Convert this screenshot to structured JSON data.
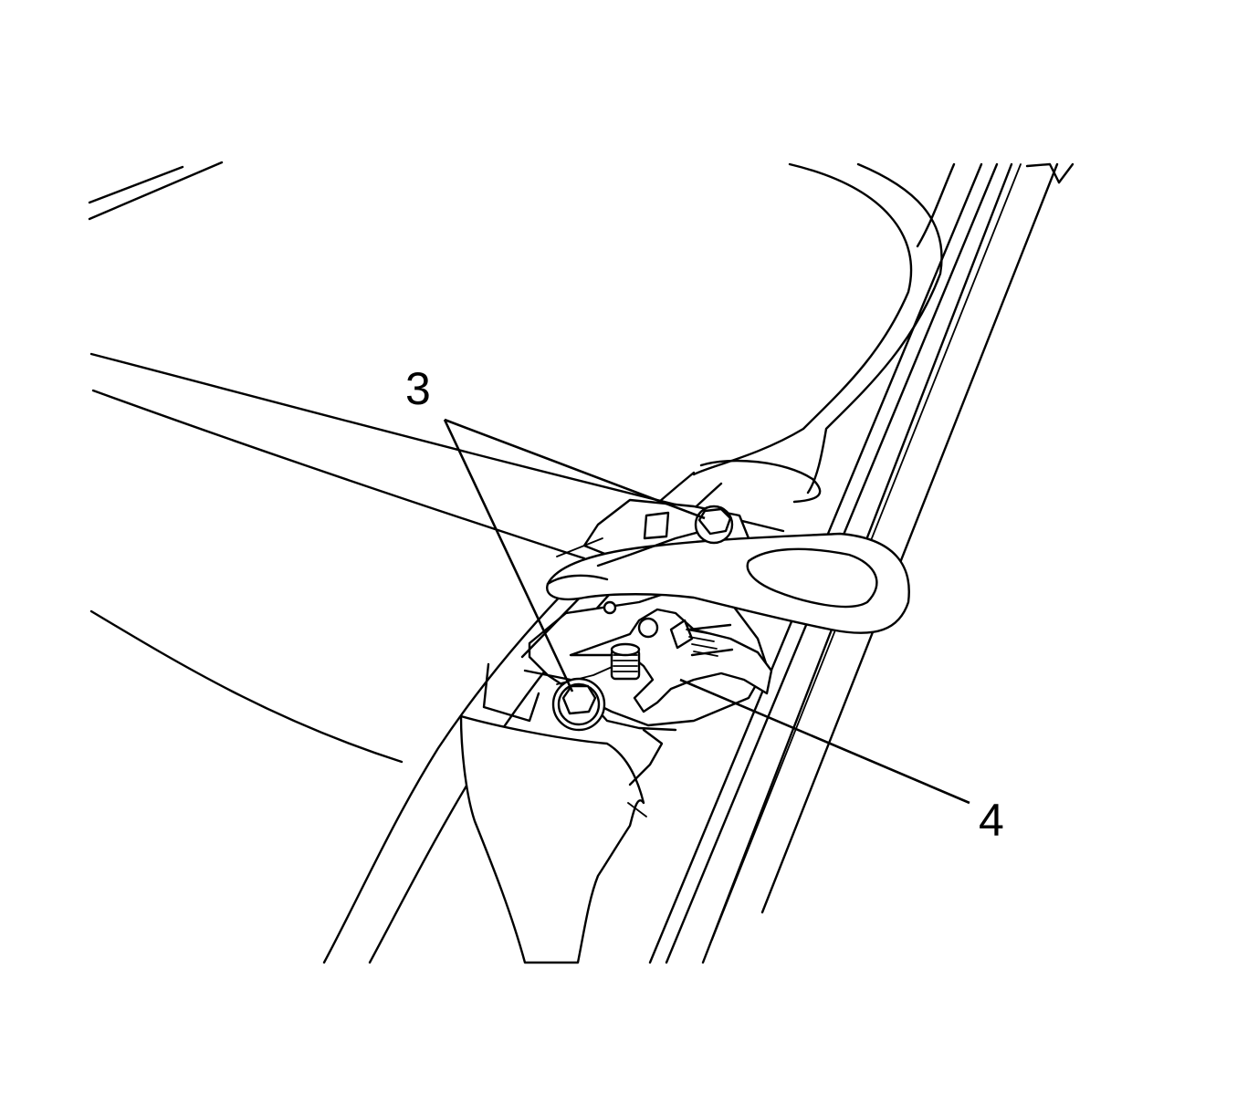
{
  "callouts": [
    {
      "id": "3",
      "label": "3"
    },
    {
      "id": "4",
      "label": "4"
    }
  ]
}
